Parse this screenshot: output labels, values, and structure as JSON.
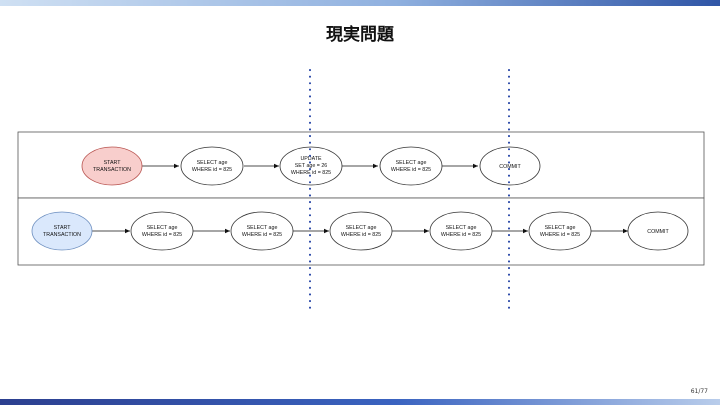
{
  "slide": {
    "title": "現実問題",
    "page_number": "61/77"
  },
  "colors": {
    "start_node_row1_fill": "#f8cecc",
    "start_node_row1_stroke": "#b85450",
    "start_node_row2_fill": "#dae8fc",
    "start_node_row2_stroke": "#6c8ebf",
    "divider_dots": "#1f3fa3",
    "node_stroke": "#333333"
  },
  "diagram": {
    "row1": {
      "nodes": [
        {
          "id": "start",
          "kind": "start",
          "lines": [
            "START",
            "TRANSACTION"
          ]
        },
        {
          "id": "select",
          "kind": "step",
          "lines": [
            "SELECT age",
            "WHERE id = 825"
          ]
        },
        {
          "id": "update",
          "kind": "step",
          "lines": [
            "UPDATE",
            "SET age = 26",
            "WHERE id = 825"
          ]
        },
        {
          "id": "select2",
          "kind": "step",
          "lines": [
            "SELECT age",
            "WHERE id = 825"
          ]
        },
        {
          "id": "commit",
          "kind": "step",
          "lines": [
            "COMMIT"
          ]
        }
      ]
    },
    "row2": {
      "nodes": [
        {
          "id": "start",
          "kind": "start",
          "lines": [
            "START",
            "TRANSACTION"
          ]
        },
        {
          "id": "select1",
          "kind": "step",
          "lines": [
            "SELECT age",
            "WHERE id = 825"
          ]
        },
        {
          "id": "select2",
          "kind": "step",
          "lines": [
            "SELECT age",
            "WHERE id = 825"
          ]
        },
        {
          "id": "select3",
          "kind": "step",
          "lines": [
            "SELECT age",
            "WHERE id = 825"
          ]
        },
        {
          "id": "select4",
          "kind": "step",
          "lines": [
            "SELECT age",
            "WHERE id = 825"
          ]
        },
        {
          "id": "select5",
          "kind": "step",
          "lines": [
            "SELECT age",
            "WHERE id = 825"
          ]
        },
        {
          "id": "commit",
          "kind": "step",
          "lines": [
            "COMMIT"
          ]
        }
      ]
    }
  }
}
